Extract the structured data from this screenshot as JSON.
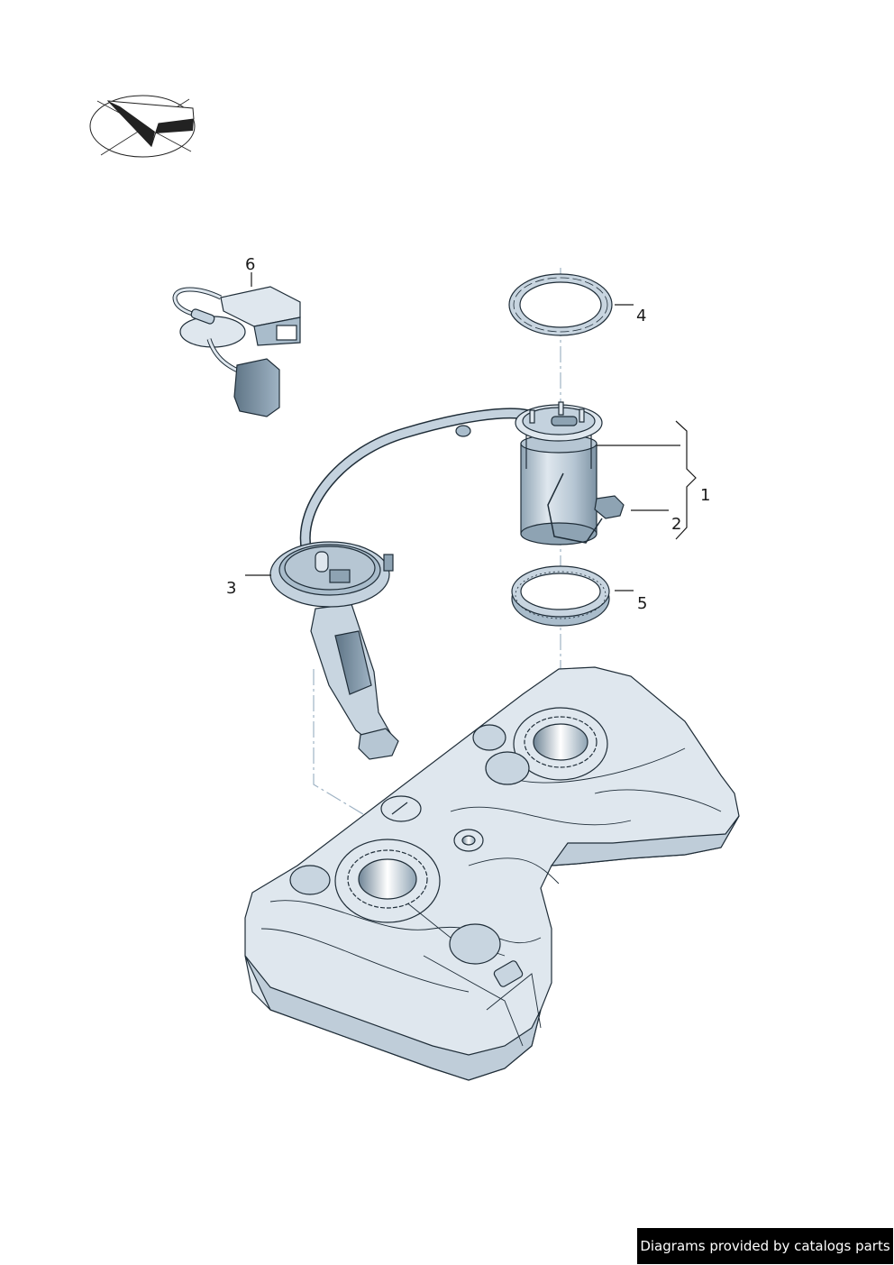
{
  "diagram": {
    "title_icon": "paper-plane-checkmark-logo",
    "colors": {
      "part_fill": "#dfe7ee",
      "part_shade": "#a9bccb",
      "part_dark": "#6f8596",
      "outline": "#1f2d38",
      "leader": "#1a1a1a",
      "centerline": "#9fb3c4"
    },
    "callouts": [
      {
        "id": "1",
        "label": "1",
        "part": "fuel-pump-assembly"
      },
      {
        "id": "2",
        "label": "2",
        "part": "pump-connector"
      },
      {
        "id": "3",
        "label": "3",
        "part": "fuel-level-sender-flange"
      },
      {
        "id": "4",
        "label": "4",
        "part": "locking-ring"
      },
      {
        "id": "5",
        "label": "5",
        "part": "seal-ring"
      },
      {
        "id": "6",
        "label": "6",
        "part": "control-module-harness"
      }
    ]
  },
  "footer": {
    "credit": "Diagrams provided by catalogs parts"
  }
}
